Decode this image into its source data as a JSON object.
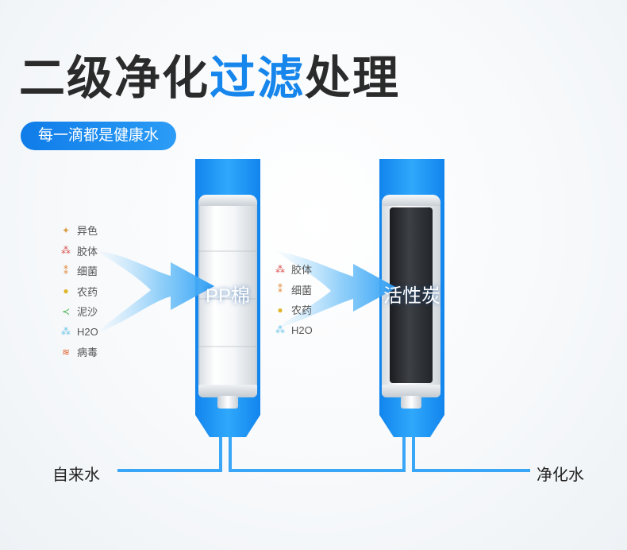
{
  "header": {
    "title_part1": "二级净化",
    "title_highlight": "过滤",
    "title_part2": "处理",
    "subtitle": "每一滴都是健康水"
  },
  "stage1": {
    "label": "PP棉",
    "inputs": [
      {
        "text": "异色",
        "icon": "color-leaf-icon",
        "color": "#d9a14a"
      },
      {
        "text": "胶体",
        "icon": "colloid-dots-icon",
        "color": "#d9534f"
      },
      {
        "text": "细菌",
        "icon": "bacteria-icon",
        "color": "#e08a3c"
      },
      {
        "text": "农药",
        "icon": "pesticide-icon",
        "color": "#e0b52c"
      },
      {
        "text": "泥沙",
        "icon": "sediment-icon",
        "color": "#4caf50"
      },
      {
        "text": "H2O",
        "icon": "water-drop-icon",
        "color": "#6cc3e8"
      },
      {
        "text": "病毒",
        "icon": "virus-icon",
        "color": "#e0602c"
      }
    ]
  },
  "stage2": {
    "label": "活性炭",
    "inputs": [
      {
        "text": "胶体",
        "icon": "colloid-dots-icon",
        "color": "#d9534f"
      },
      {
        "text": "细菌",
        "icon": "bacteria-icon",
        "color": "#e08a3c"
      },
      {
        "text": "农药",
        "icon": "pesticide-icon",
        "color": "#e0b52c"
      },
      {
        "text": "H2O",
        "icon": "water-drop-icon",
        "color": "#6cc3e8"
      }
    ]
  },
  "flow": {
    "inlet": "自来水",
    "outlet": "净化水"
  },
  "colors": {
    "accent": "#1686ec",
    "pipe": "#3aa6f8",
    "title_text": "#2b2b2b"
  }
}
